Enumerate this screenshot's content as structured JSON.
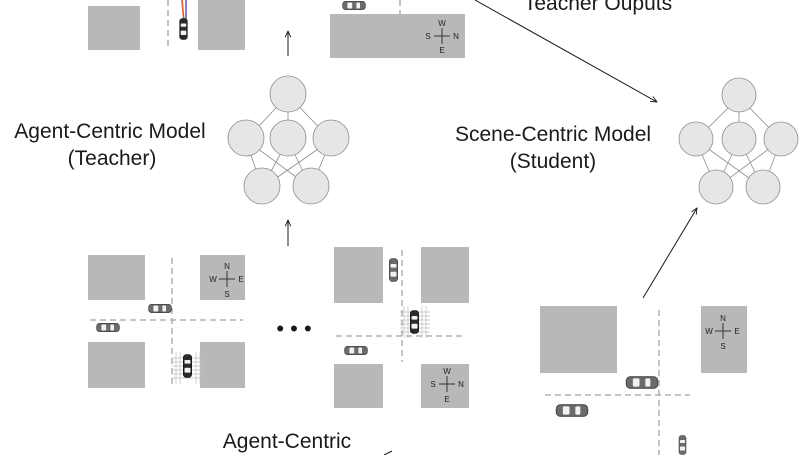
{
  "labels": {
    "teacher_outputs": "Teacher Ouputs",
    "agent_model_line1": "Agent-Centric Model",
    "agent_model_line2": "(Teacher)",
    "scene_model_line1": "Scene-Centric Model",
    "scene_model_line2": "(Student)",
    "agent_centric_bottom": "Agent-Centric",
    "ellipsis": "• • •"
  },
  "compass": {
    "scene": {
      "n": "N",
      "s": "S",
      "e": "E",
      "w": "W"
    },
    "rotated": {
      "n": "N",
      "s": "S",
      "e": "E",
      "w": "W"
    }
  },
  "colors": {
    "road_block": "#b8b8b8",
    "road": "#ffffff",
    "neuron_fill": "#e6e6e6",
    "neuron_stroke": "#8c8c8c",
    "lane_dash": "#b0b0b0",
    "arrow": "#1a1a1a",
    "trajectory_1": "#e8572a",
    "trajectory_2": "#6a5acd"
  },
  "icons": {
    "car": "car-icon",
    "compass": "compass-icon",
    "neuron": "neuron-node"
  }
}
